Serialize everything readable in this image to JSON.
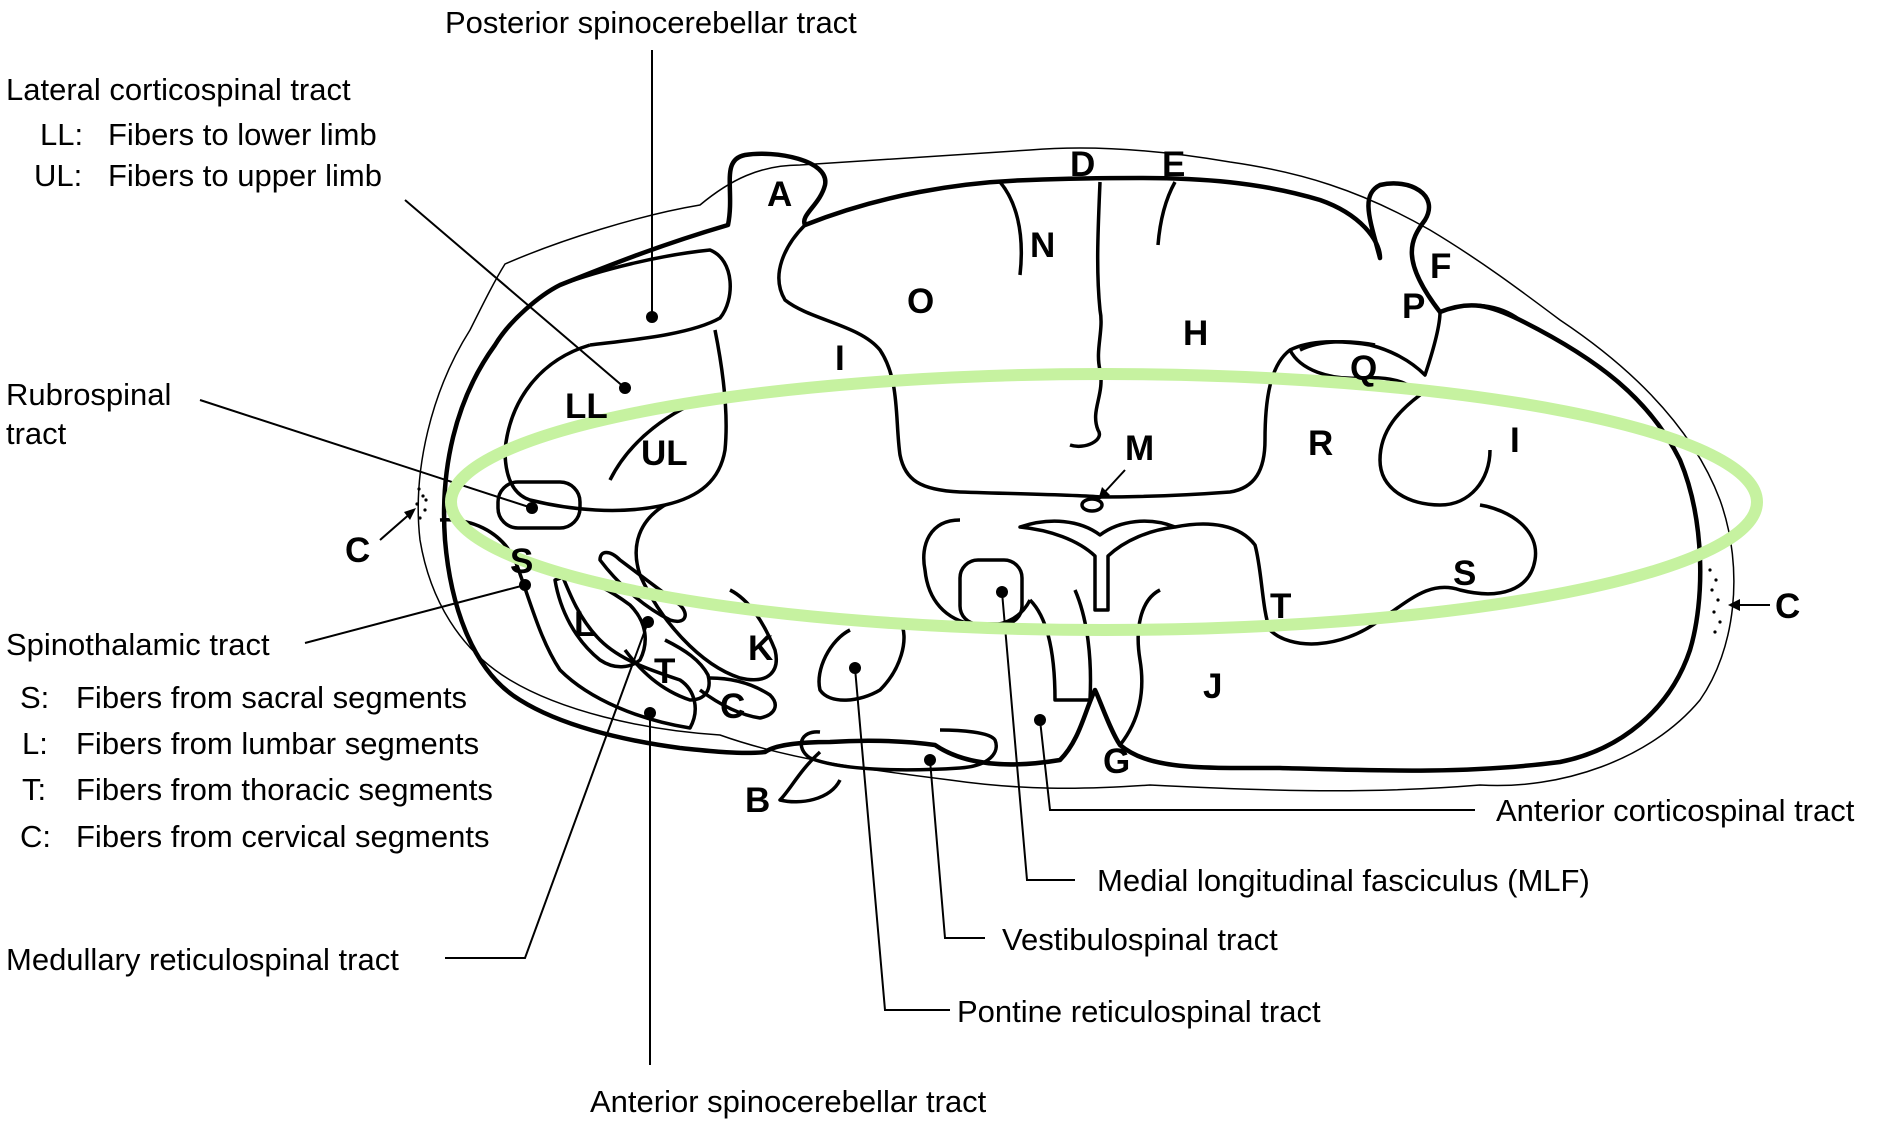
{
  "labels": {
    "posterior_spinocerebellar": "Posterior spinocerebellar tract",
    "lateral_corticospinal": "Lateral corticospinal tract",
    "ll_abbr": "LL:",
    "ll_desc": "Fibers to lower limb",
    "ul_abbr": "UL:",
    "ul_desc": "Fibers to upper limb",
    "rubrospinal_1": "Rubrospinal",
    "rubrospinal_2": "tract",
    "spinothalamic": "Spinothalamic tract",
    "s_abbr": "S:",
    "s_desc": "Fibers from sacral segments",
    "l_abbr": "L:",
    "l_desc": "Fibers from lumbar segments",
    "t_abbr": "T:",
    "t_desc": "Fibers from thoracic segments",
    "c_abbr": "C:",
    "c_desc": "Fibers from cervical segments",
    "medullary_reticulospinal": "Medullary reticulospinal tract",
    "anterior_spinocerebellar": "Anterior spinocerebellar tract",
    "pontine_reticulospinal": "Pontine reticulospinal tract",
    "vestibulospinal": "Vestibulospinal tract",
    "mlf": "Medial longitudinal fasciculus (MLF)",
    "anterior_corticospinal": "Anterior corticospinal tract"
  },
  "letters": {
    "A": "A",
    "B": "B",
    "C_left": "C",
    "C_right": "C",
    "D": "D",
    "E": "E",
    "F": "F",
    "G": "G",
    "H": "H",
    "I_left": "I",
    "I_right": "I",
    "J": "J",
    "K": "K",
    "M": "M",
    "N": "N",
    "O": "O",
    "P": "P",
    "Q": "Q",
    "R": "R",
    "LL": "LL",
    "UL": "UL",
    "S_left": "S",
    "S_right": "S",
    "L": "L",
    "T_left": "T",
    "T_right": "T",
    "C_small": "C"
  },
  "colors": {
    "highlight_ellipse": "#c6f2a0",
    "line": "#000000",
    "background": "#ffffff"
  }
}
